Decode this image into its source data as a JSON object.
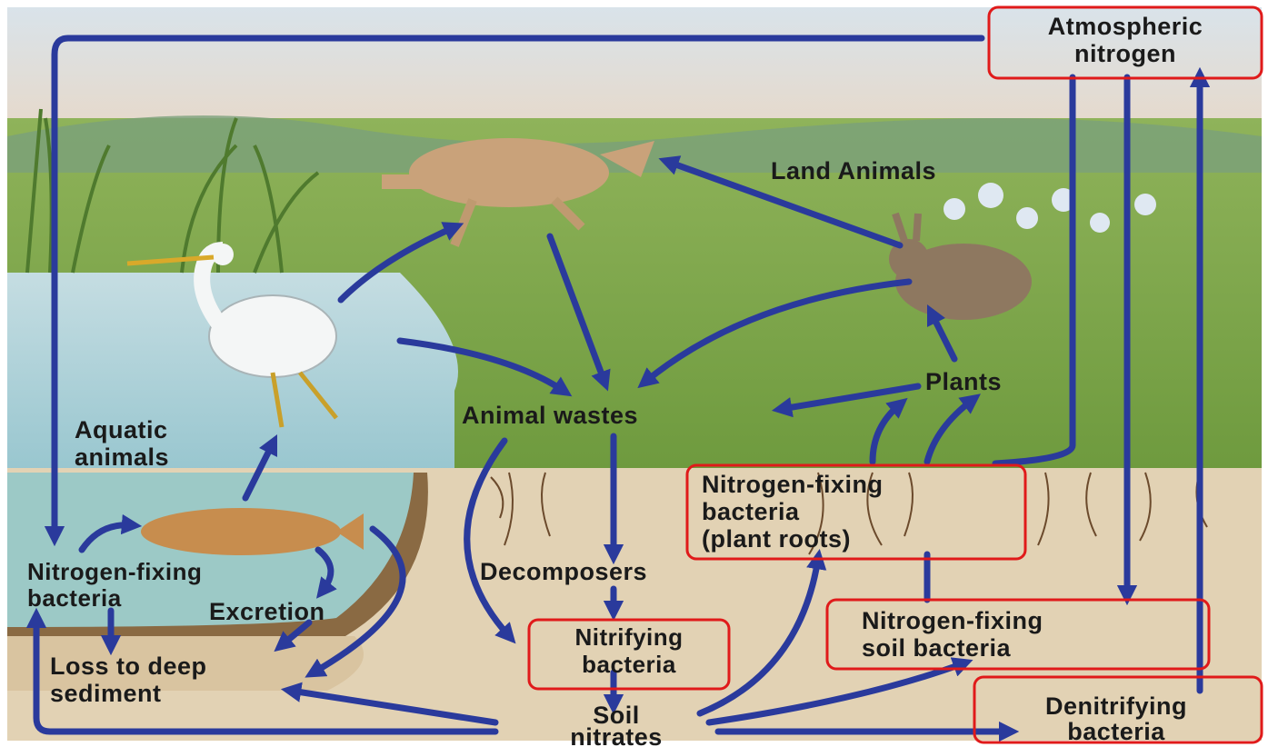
{
  "labels": {
    "atmospheric": [
      "Atmospheric",
      "nitrogen"
    ],
    "land_animals": "Land Animals",
    "aquatic": [
      "Aquatic",
      "animals"
    ],
    "animal_wastes": "Animal wastes",
    "plants": "Plants",
    "nfix_roots": [
      "Nitrogen-fixing",
      "bacteria",
      "(plant roots)"
    ],
    "nfix_aquatic": [
      "Nitrogen-fixing",
      "bacteria"
    ],
    "excretion": "Excretion",
    "decomposers": "Decomposers",
    "nitrifying": [
      "Nitrifying",
      "bacteria"
    ],
    "nfix_soil": [
      "Nitrogen-fixing",
      "soil bacteria"
    ],
    "loss": [
      "Loss to deep",
      "sediment"
    ],
    "soil_nitrates": [
      "Soil",
      "nitrates"
    ],
    "denitrifying": [
      "Denitrifying",
      "bacteria"
    ]
  },
  "colors": {
    "arrow": "#2a3a9c",
    "highlight_box": "#e01a1a",
    "sky": "#cfdbe6",
    "grass": "#7aa64a",
    "water": "#a9cdd8",
    "soil": "#e2d2b4"
  },
  "icons": [
    "coyote-icon",
    "rabbit-icon",
    "heron-icon",
    "fish-icon",
    "plant-roots-icon"
  ]
}
